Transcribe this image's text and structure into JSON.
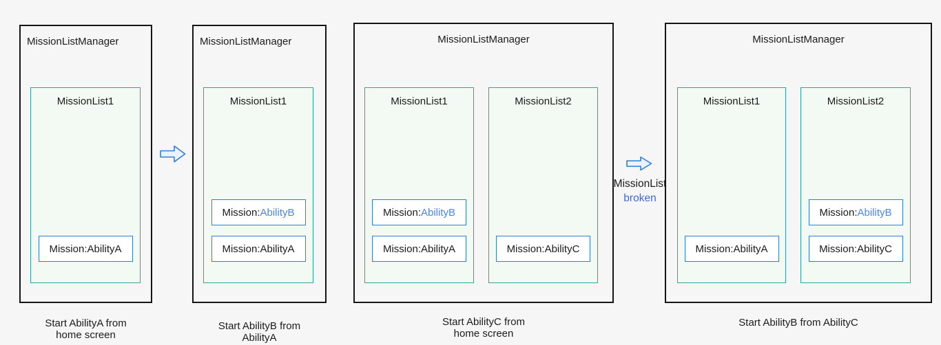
{
  "colors": {
    "page_bg": "#f6f6f6",
    "panel_border": "#141414",
    "list_border": "#2aa79b",
    "list_fill": "#f3faf4",
    "mission_border": "#2e7fd4",
    "mission_fill": "#ffffff",
    "text": "#1b1b1b",
    "ability_highlight": "#4a86e8",
    "broken_text": "#3f6ae0",
    "arrow_fill": "#e9f2fd",
    "arrow_stroke": "#2e7fd4"
  },
  "panels": [
    {
      "title": "MissionListManager",
      "caption_lines": [
        "Start AbilityA from",
        "home screen"
      ],
      "lists": [
        {
          "title": "MissionList1",
          "missions": [
            {
              "prefix": "Mission:",
              "ability": "AbilityA",
              "highlight": false
            }
          ]
        }
      ]
    },
    {
      "title": "MissionListManager",
      "caption_lines": [
        "Start AbilityB from",
        "AbilityA"
      ],
      "lists": [
        {
          "title": "MissionList1",
          "missions": [
            {
              "prefix": "Mission:",
              "ability": "AbilityB",
              "highlight": true
            },
            {
              "prefix": "Mission:",
              "ability": "AbilityA",
              "highlight": false
            }
          ]
        }
      ]
    },
    {
      "title": "MissionListManager",
      "caption_lines": [
        "Start AbilityC from",
        "home screen"
      ],
      "lists": [
        {
          "title": "MissionList1",
          "missions": [
            {
              "prefix": "Mission:",
              "ability": "AbilityB",
              "highlight": true
            },
            {
              "prefix": "Mission:",
              "ability": "AbilityA",
              "highlight": false
            }
          ]
        },
        {
          "title": "MissionList2",
          "missions": [
            {
              "prefix": "Mission:",
              "ability": "AbilityC",
              "highlight": false
            }
          ]
        }
      ]
    },
    {
      "title": "MissionListManager",
      "caption_lines": [
        "Start AbilityB from AbilityC"
      ],
      "lists": [
        {
          "title": "MissionList1",
          "missions": [
            {
              "prefix": "Mission:",
              "ability": "AbilityA",
              "highlight": false
            }
          ]
        },
        {
          "title": "MissionList2",
          "missions": [
            {
              "prefix": "Mission:",
              "ability": "AbilityB",
              "highlight": true
            },
            {
              "prefix": "Mission:",
              "ability": "AbilityC",
              "highlight": false
            }
          ]
        }
      ]
    }
  ],
  "arrows": [
    {
      "label_lines": []
    },
    {
      "label_lines": [
        "MissionList",
        "broken"
      ]
    }
  ]
}
